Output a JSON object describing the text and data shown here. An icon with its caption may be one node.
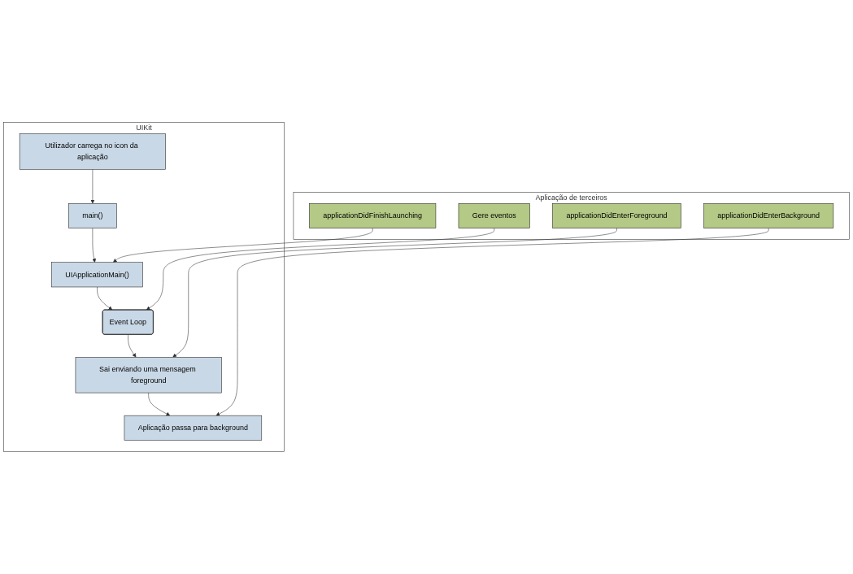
{
  "diagram": {
    "nodes": [
      {
        "text": [
          "UIKit"
        ]
      },
      {
        "text": [
          "Utilizador carrega no icon da aplicação"
        ],
        "in": 0
      },
      {
        "text": [
          "main()"
        ],
        "in": 0
      },
      {
        "text": [
          "UIApplicationMain()"
        ],
        "in": 0
      },
      {
        "text": [
          "Event Loop"
        ],
        "in": 0
      },
      {
        "text": [
          "Sai enviando uma mensagem foreground"
        ],
        "in": 0
      },
      {
        "text": [
          "Aplicação passa para background"
        ],
        "in": 0
      },
      {
        "text": [
          "Aplicação de terceiros"
        ]
      },
      {
        "text": [
          "applicationDidFinishLaunching"
        ],
        "in": 7
      },
      {
        "text": [
          "Gere eventos"
        ],
        "in": 7
      },
      {
        "text": [
          "applicationDidEnterForeground"
        ],
        "in": 7
      },
      {
        "text": [
          "applicationDidEnterBackground"
        ],
        "in": 7
      }
    ],
    "edges": [
      {
        "from": 1,
        "to": 2,
        "arrow": "to"
      },
      {
        "from": 2,
        "to": 3,
        "arrow": "to"
      },
      {
        "from": 3,
        "to": 4,
        "arrow": "to"
      },
      {
        "from": 4,
        "to": 5,
        "arrow": "to"
      },
      {
        "from": 5,
        "to": 6,
        "arrow": "to"
      },
      {
        "from": 8,
        "to": 3,
        "arrow": "to"
      },
      {
        "from": 9,
        "to": 4,
        "arrow": "to"
      },
      {
        "from": 10,
        "to": 5,
        "arrow": "to"
      },
      {
        "from": 11,
        "to": 6,
        "arrow": "to"
      }
    ]
  }
}
